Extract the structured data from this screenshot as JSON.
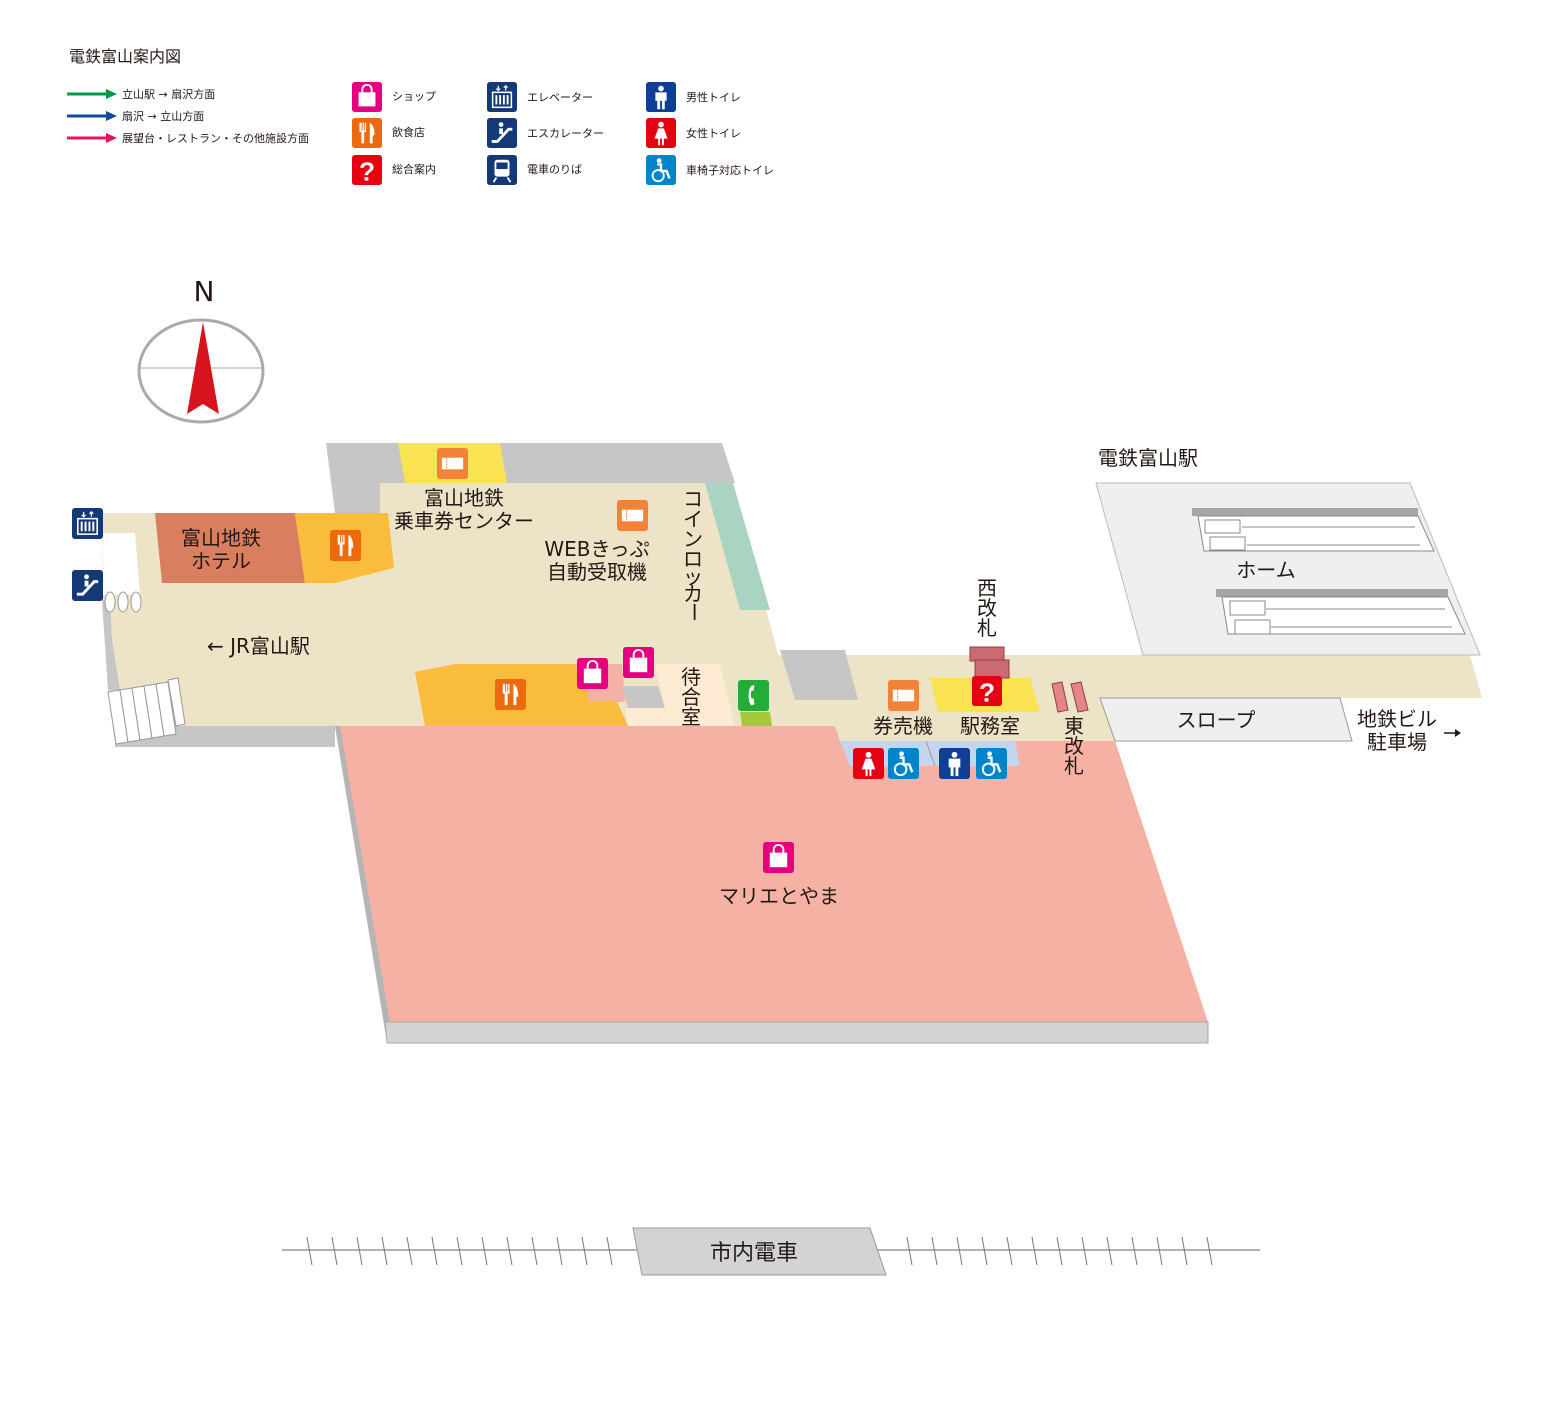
{
  "title": "電鉄富山案内図",
  "routes": [
    {
      "label": "立山駅 → 扇沢方面",
      "color": "#009944"
    },
    {
      "label": "扇沢 → 立山方面",
      "color": "#0f4c9c"
    },
    {
      "label": "展望台・レストラン・その他施設方面",
      "color": "#e4135e"
    }
  ],
  "legend": {
    "shop": "ショップ",
    "restaurant": "飲食店",
    "info": "総合案内",
    "elevator": "エレベーター",
    "escalator": "エスカレーター",
    "train": "電車のりば",
    "male": "男性トイレ",
    "female": "女性トイレ",
    "wheelchair": "車椅子対応トイレ"
  },
  "compass": "N",
  "places": {
    "ticket_center_1": "富山地鉄",
    "ticket_center_2": "乗車券センター",
    "hotel_1": "富山地鉄",
    "hotel_2": "ホテル",
    "web_1": "WEBきっぷ",
    "web_2": "自動受取機",
    "locker": [
      "コ",
      "イ",
      "ン",
      "ロ",
      "ッ",
      "カ",
      "ー"
    ],
    "jr": "← JR富山駅",
    "waiting": [
      "待",
      "合",
      "室"
    ],
    "station_name": "電鉄富山駅",
    "platform": "ホーム",
    "west_gate": [
      "西",
      "改",
      "札"
    ],
    "east_gate": [
      "東",
      "改",
      "札"
    ],
    "ticket_machine": "券売機",
    "station_office": "駅務室",
    "slope": "スロープ",
    "parking_1": "地鉄ビル",
    "parking_2": "駐車場",
    "marie": "マリエとやま",
    "tram": "市内電車"
  },
  "colors": {
    "floor": "#ede3c7",
    "wall": "#c6c6c6",
    "marie": "#f5b1a3",
    "hotel": "#d97f5f",
    "restaurant_area": "#f9bc3c",
    "office": "#f9e352",
    "locker": "#a9d4c2"
  }
}
